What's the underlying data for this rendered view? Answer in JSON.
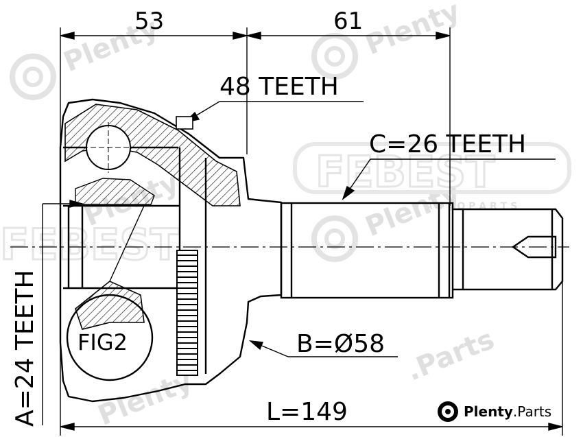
{
  "dimensions": {
    "top_left": "53",
    "top_right": "61",
    "total_length": "L=149"
  },
  "labels": {
    "outer_teeth": "48 TEETH",
    "shaft_teeth": "C=26 TEETH",
    "inner_teeth": "A=24 TEETH",
    "diameter": "B=Ø58",
    "detail": "FIG2"
  },
  "watermark": {
    "brand": "Plenty",
    "brand_suffix": ".Parts",
    "secondary": "FEBEST",
    "secondary_sub": "A U T O P A R T S"
  },
  "colors": {
    "line": "#000000",
    "watermark": "#dcdcdc",
    "background": "#ffffff"
  }
}
